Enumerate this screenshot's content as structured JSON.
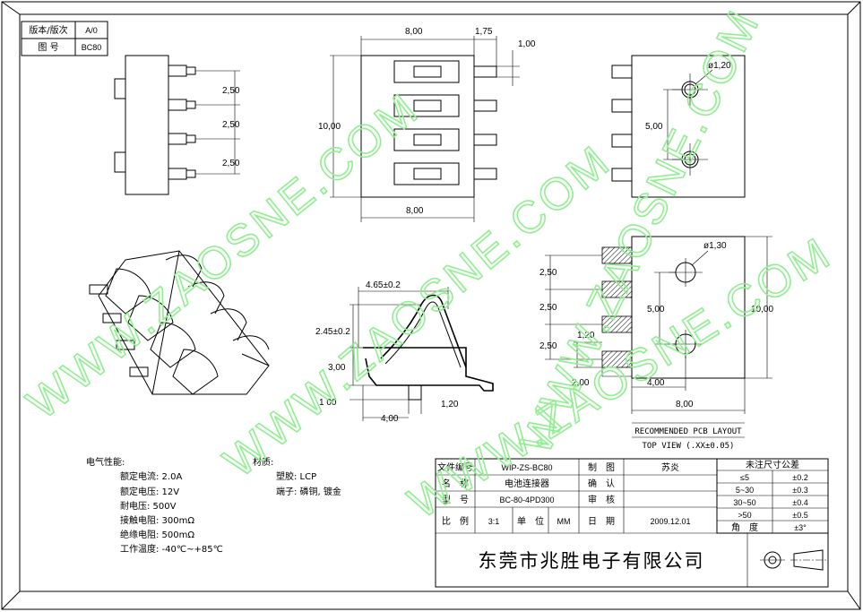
{
  "version_block": {
    "version_label": "版本/版次",
    "version_value": "A/0",
    "drawing_label": "图 号",
    "drawing_value": "BC80"
  },
  "side_view": {
    "pitch_1": "2,50",
    "pitch_2": "2,50",
    "pitch_3": "2,50"
  },
  "top_view": {
    "width_top": "8,00",
    "tail": "1,75",
    "pin_width": "1,00",
    "height": "10,00",
    "width_bottom": "8,00"
  },
  "right_view": {
    "hole_dia": "ø1,20",
    "hole_spacing": "5,00"
  },
  "profile_view": {
    "spring_width": "4.65±0.2",
    "spring_height": "2.45±0.2",
    "body_height": "3,00",
    "base": "1 00",
    "peg": "1,20",
    "length": "4,00"
  },
  "pcb_layout": {
    "hole_dia": "ø1,30",
    "pitch_1": "2,50",
    "pitch_2": "2,50",
    "pitch_3": "2,50",
    "pad_width": "1,20",
    "hole_spacing": "5,00",
    "height": "10,00",
    "pad_offset": "2,00",
    "hole_offset": "4,00",
    "width": "8,00",
    "title": "RECOMMENDED PCB LAYOUT",
    "subtitle": "TOP VIEW (.XX±0.05)"
  },
  "specs": {
    "electrical_title": "电气性能:",
    "electrical": [
      "额定电流: 2.0A",
      "额定电压: 12V",
      "耐电压: 500V",
      "接触电阻: 300mΩ",
      "绝缘电阻: 500mΩ",
      "工作温度: -40℃~+85℃"
    ],
    "material_title": "材质:",
    "material": [
      "塑胶: LCP",
      "端子: 磷铜, 镀金"
    ]
  },
  "title_block": {
    "file_no_label": "文件编号",
    "file_no": "WIP-ZS-BC80",
    "name_label": "名　称",
    "name": "电池连接器",
    "model_label": "型　号",
    "model": "BC-80-4PD300",
    "scale_label": "比　例",
    "scale": "3:1",
    "unit_label": "单　位",
    "unit": "MM",
    "drawn_label": "制　图",
    "drawn": "苏炎",
    "confirm_label": "确　认",
    "confirm": "",
    "review_label": "审　核",
    "review": "",
    "date_label": "日　期",
    "date": "2009.12.01",
    "company": "东莞市兆胜电子有限公司"
  },
  "tolerance_table": {
    "title": "未注尺寸公差",
    "rows": [
      {
        "range": "≤5",
        "tol": "±0.2"
      },
      {
        "range": "5~30",
        "tol": "±0.3"
      },
      {
        "range": "30~50",
        "tol": "±0.4"
      },
      {
        "range": ">50",
        "tol": "±0.5"
      },
      {
        "range": "角　度",
        "tol": "±3°"
      }
    ]
  },
  "watermark": "WWW.ZAOSNE.COM"
}
